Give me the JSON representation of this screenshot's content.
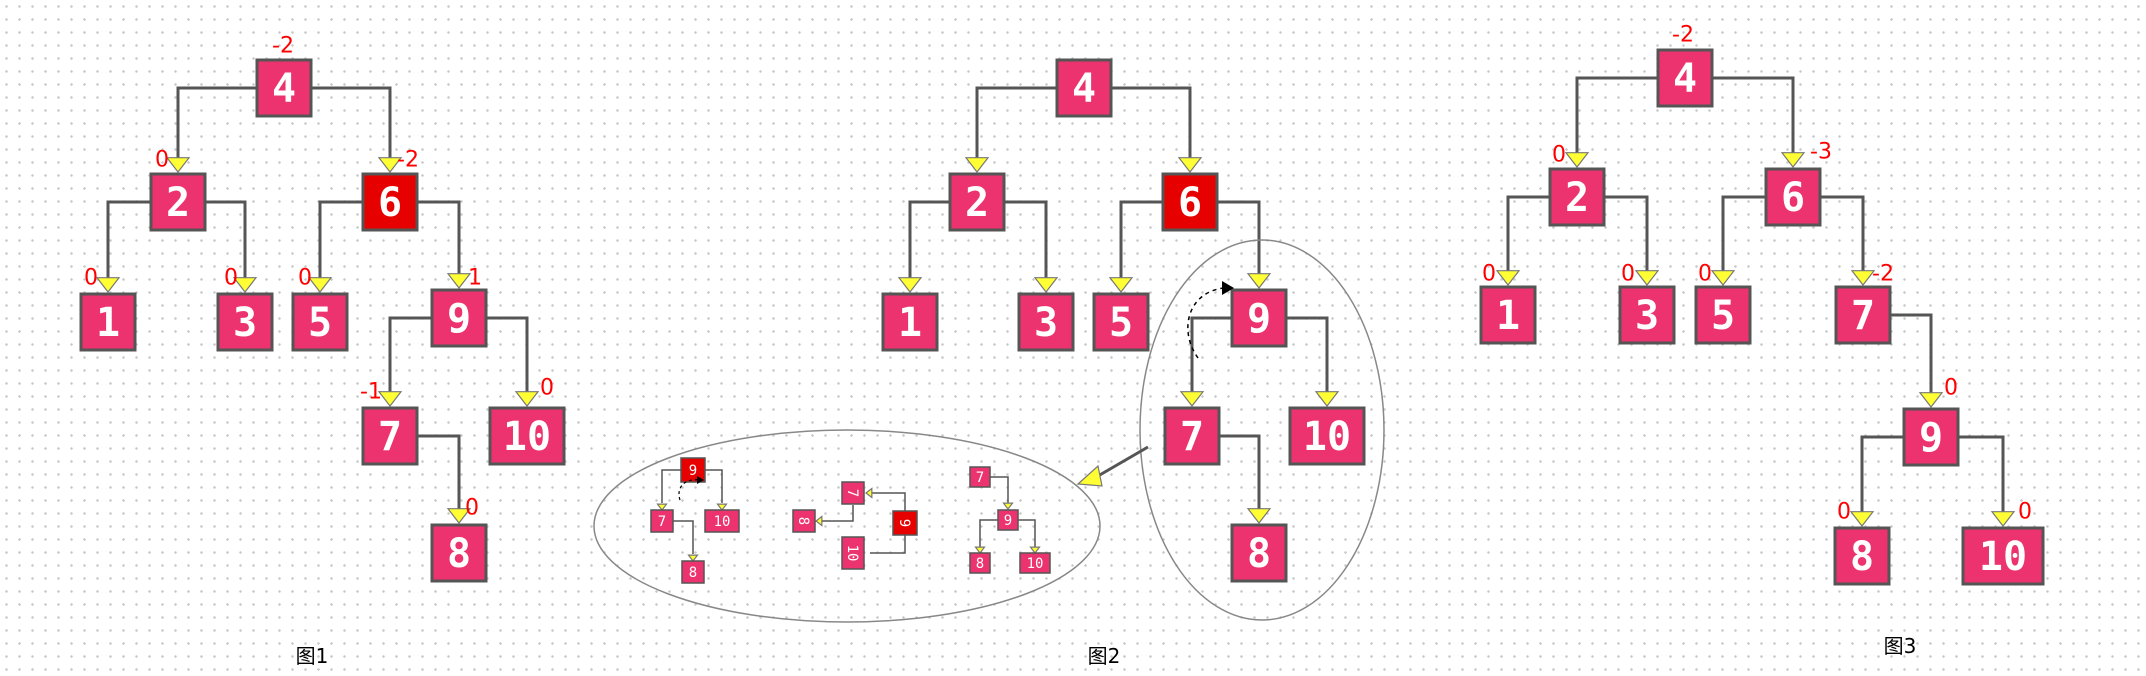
{
  "figures": [
    {
      "caption": "图1",
      "nodes": [
        {
          "id": "4",
          "label": "4",
          "balance": "-2",
          "color": "pink"
        },
        {
          "id": "2",
          "label": "2",
          "balance": "0",
          "color": "pink"
        },
        {
          "id": "6",
          "label": "6",
          "balance": "-2",
          "color": "red"
        },
        {
          "id": "1",
          "label": "1",
          "balance": "0",
          "color": "pink"
        },
        {
          "id": "3",
          "label": "3",
          "balance": "0",
          "color": "pink"
        },
        {
          "id": "5",
          "label": "5",
          "balance": "0",
          "color": "pink"
        },
        {
          "id": "9",
          "label": "9",
          "balance": "1",
          "color": "pink"
        },
        {
          "id": "7",
          "label": "7",
          "balance": "-1",
          "color": "pink"
        },
        {
          "id": "10",
          "label": "10",
          "balance": "0",
          "color": "pink"
        },
        {
          "id": "8",
          "label": "8",
          "balance": "0",
          "color": "pink"
        }
      ],
      "edges": [
        [
          "4",
          "2"
        ],
        [
          "4",
          "6"
        ],
        [
          "2",
          "1"
        ],
        [
          "2",
          "3"
        ],
        [
          "6",
          "5"
        ],
        [
          "6",
          "9"
        ],
        [
          "9",
          "7"
        ],
        [
          "9",
          "10"
        ],
        [
          "7",
          "8"
        ]
      ]
    },
    {
      "caption": "图2",
      "nodes": [
        {
          "id": "4",
          "label": "4",
          "color": "pink"
        },
        {
          "id": "2",
          "label": "2",
          "color": "pink"
        },
        {
          "id": "6",
          "label": "6",
          "color": "red"
        },
        {
          "id": "1",
          "label": "1",
          "color": "pink"
        },
        {
          "id": "3",
          "label": "3",
          "color": "pink"
        },
        {
          "id": "5",
          "label": "5",
          "color": "pink"
        },
        {
          "id": "9",
          "label": "9",
          "color": "pink"
        },
        {
          "id": "7",
          "label": "7",
          "color": "pink"
        },
        {
          "id": "10",
          "label": "10",
          "color": "pink"
        },
        {
          "id": "8",
          "label": "8",
          "color": "pink"
        }
      ],
      "edges": [
        [
          "4",
          "2"
        ],
        [
          "4",
          "6"
        ],
        [
          "2",
          "1"
        ],
        [
          "2",
          "3"
        ],
        [
          "6",
          "5"
        ],
        [
          "6",
          "9"
        ],
        [
          "9",
          "7"
        ],
        [
          "9",
          "10"
        ],
        [
          "7",
          "8"
        ]
      ],
      "rotation_steps": [
        {
          "nodes": [
            {
              "id": "9",
              "label": "9",
              "color": "red"
            },
            {
              "id": "7",
              "label": "7",
              "color": "pink"
            },
            {
              "id": "10",
              "label": "10",
              "color": "pink"
            },
            {
              "id": "8",
              "label": "8",
              "color": "pink"
            }
          ],
          "edges": [
            [
              "9",
              "7"
            ],
            [
              "9",
              "10"
            ],
            [
              "7",
              "8"
            ]
          ]
        },
        {
          "nodes": [
            {
              "id": "7",
              "label": "7",
              "color": "pink"
            },
            {
              "id": "8",
              "label": "8",
              "color": "pink"
            },
            {
              "id": "9",
              "label": "9",
              "color": "red"
            },
            {
              "id": "10",
              "label": "10",
              "color": "pink"
            }
          ],
          "edges": [
            [
              "9",
              "7"
            ],
            [
              "7",
              "8"
            ],
            [
              "9",
              "10"
            ]
          ]
        },
        {
          "nodes": [
            {
              "id": "7",
              "label": "7",
              "color": "pink"
            },
            {
              "id": "9",
              "label": "9",
              "color": "pink"
            },
            {
              "id": "8",
              "label": "8",
              "color": "pink"
            },
            {
              "id": "10",
              "label": "10",
              "color": "pink"
            }
          ],
          "edges": [
            [
              "7",
              "9"
            ],
            [
              "9",
              "8"
            ],
            [
              "9",
              "10"
            ]
          ]
        }
      ]
    },
    {
      "caption": "图3",
      "nodes": [
        {
          "id": "4",
          "label": "4",
          "balance": "-2",
          "color": "pink"
        },
        {
          "id": "2",
          "label": "2",
          "balance": "0",
          "color": "pink"
        },
        {
          "id": "6",
          "label": "6",
          "balance": "-3",
          "color": "pink"
        },
        {
          "id": "1",
          "label": "1",
          "balance": "0",
          "color": "pink"
        },
        {
          "id": "3",
          "label": "3",
          "balance": "0",
          "color": "pink"
        },
        {
          "id": "5",
          "label": "5",
          "balance": "0",
          "color": "pink"
        },
        {
          "id": "7",
          "label": "7",
          "balance": "-2",
          "color": "pink"
        },
        {
          "id": "9",
          "label": "9",
          "balance": "0",
          "color": "pink"
        },
        {
          "id": "8",
          "label": "8",
          "balance": "0",
          "color": "pink"
        },
        {
          "id": "10",
          "label": "10",
          "balance": "0",
          "color": "pink"
        }
      ],
      "edges": [
        [
          "4",
          "2"
        ],
        [
          "4",
          "6"
        ],
        [
          "2",
          "1"
        ],
        [
          "2",
          "3"
        ],
        [
          "6",
          "5"
        ],
        [
          "6",
          "7"
        ],
        [
          "7",
          "9"
        ],
        [
          "9",
          "8"
        ],
        [
          "9",
          "10"
        ]
      ]
    }
  ],
  "colors": {
    "pink": "#ec3370",
    "red": "#e60000",
    "balance": "#ff0000",
    "arrow": "#ffff33"
  }
}
